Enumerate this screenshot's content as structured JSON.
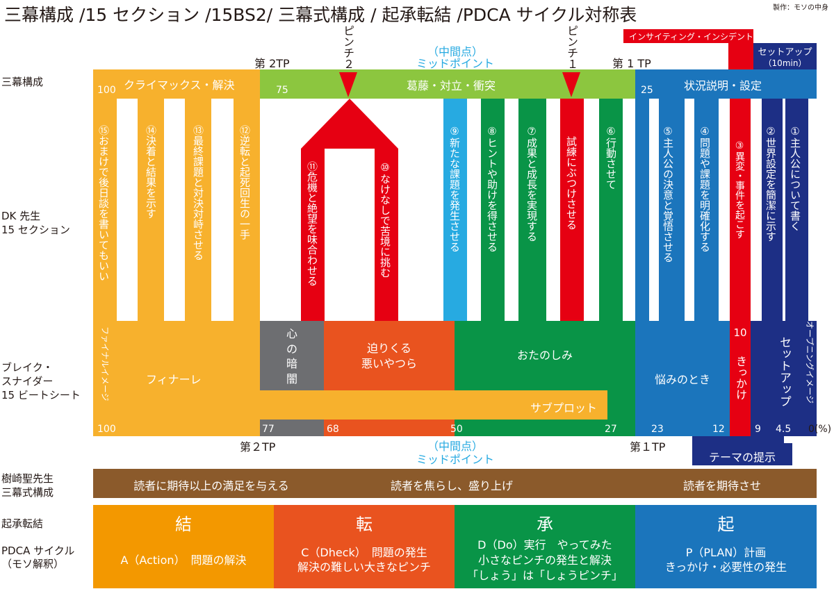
{
  "colors": {
    "orange": "#f7b12d",
    "green": "#8cc63f",
    "blue": "#1b75bc",
    "navy": "#1d2f85",
    "red": "#e60012",
    "darkgreen": "#099447",
    "cyan": "#27aae1",
    "gray": "#6d6e71",
    "orange_red": "#e9531f",
    "brown": "#8b5a2b",
    "kiki_orange": "#f39800"
  },
  "title": "三幕構成 /15 セクション /15BS2/ 三幕式構成 / 起承転結 /PDCA サイクル対称表",
  "credit": "製作：モソの中身",
  "top": {
    "inciting": "インサイティング・インシデント",
    "setup_label": "セットアップ",
    "setup_time": "（10min）",
    "tp2": "第 2TP",
    "tp1": "第 1 TP",
    "pinch2": "ピンチ２",
    "pinch1": "ピンチ１",
    "midpoint_1": "（中間点）",
    "midpoint_2": "ミッドポイント"
  },
  "row_labels": {
    "three_act": "三幕構成",
    "dk_1": "DK 先生",
    "dk_2": "15 セクション",
    "bs_1": "ブレイク・",
    "bs_2": "スナイダー",
    "bs_3": "15 ビートシート",
    "juki_1": "樹崎聖先生",
    "juki_2": "三幕式構成",
    "kiki": "起承転結",
    "pdca_1": "PDCA サイクル",
    "pdca_2": "（モソ解釈）"
  },
  "acts": {
    "climax": "クライマックス・解決",
    "conflict": "葛藤・対立・衝突",
    "setup": "状況説明・設定",
    "n100": "100",
    "n75": "75",
    "n25": "25"
  },
  "sections": [
    "⑮おまけで後日談を書いてもいい",
    "⑭決着と結果を示す",
    "⑬最終課題と対決対峙させる",
    "⑫逆転と起死回生の一手",
    "⑪危機と絶望を味合わせる",
    "⑩なけなしで苦境に挑む",
    "⑨新たな課題を発生させる",
    "⑧ヒントや助けを得させる",
    "⑦成果と成長を実現する",
    "試練にぶつけさせる",
    "⑥行動させて",
    "⑤主人公の決意と覚悟させる",
    "④問題や課題を明確化する",
    "③異変・事件を起こす",
    "②世界設定を簡潔に示す",
    "①主人公について書く"
  ],
  "beats": {
    "final_image": "ファイナルイメージ",
    "finale": "フィナーレ",
    "dark": "心の暗闇",
    "bad_guys_1": "迫りくる",
    "bad_guys_2": "悪いやつら",
    "fun": "おたのしみ",
    "debate": "悩みのとき",
    "catalyst_n": "10",
    "catalyst": "きっかけ",
    "setup": "セットアップ",
    "opening_image": "オープニングイメージ",
    "subplot": "サブプロット"
  },
  "percent": [
    "100",
    "77",
    "68",
    "50",
    "27",
    "23",
    "12",
    "9",
    "4.5",
    "0(%)"
  ],
  "bottom": {
    "tp2": "第２TP",
    "tp1": "第１TP",
    "midpoint_1": "（中間点）",
    "midpoint_2": "ミッドポイント",
    "theme": "テーマの提示"
  },
  "juki": [
    "読者に期待以上の満足を与える",
    "読者を焦らし、盛り上げ",
    "読者を期待させ"
  ],
  "kiki": [
    "結",
    "転",
    "承",
    "起"
  ],
  "pdca": [
    [
      "A（Action）　問題の解決"
    ],
    [
      "C（Dheck）　問題の発生",
      "解決の難しい大きなピンチ"
    ],
    [
      "D（Do）実行　やってみた",
      "小さなピンチの発生と解決",
      "「しょう」は「しょうピンチ」"
    ],
    [
      "P（PLAN）計画",
      "きっかけ・必要性の発生"
    ]
  ]
}
